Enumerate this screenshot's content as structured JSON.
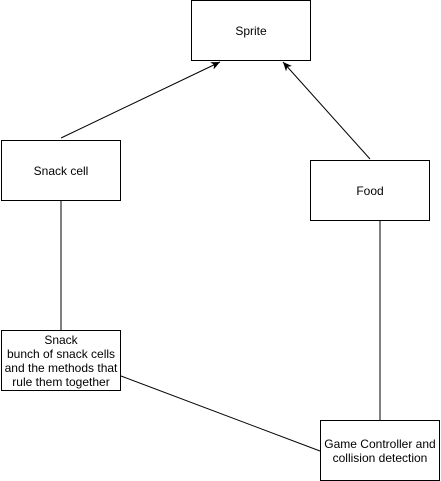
{
  "diagram": {
    "nodes": [
      {
        "id": "sprite",
        "lines": [
          "Sprite"
        ]
      },
      {
        "id": "snack-cell",
        "lines": [
          "Snack cell"
        ]
      },
      {
        "id": "food",
        "lines": [
          "Food"
        ]
      },
      {
        "id": "snack",
        "lines": [
          "Snack",
          "bunch of snack cells",
          "and the methods that",
          "rule them together"
        ]
      },
      {
        "id": "game-controller",
        "lines": [
          "Game Controller and",
          "collision detection"
        ]
      }
    ],
    "edges": [
      {
        "from": "snack-cell",
        "to": "sprite",
        "arrow": true
      },
      {
        "from": "food",
        "to": "sprite",
        "arrow": true
      },
      {
        "from": "snack-cell",
        "to": "snack",
        "arrow": false
      },
      {
        "from": "food",
        "to": "game-controller",
        "arrow": false
      },
      {
        "from": "snack",
        "to": "game-controller",
        "arrow": false
      }
    ],
    "colors": {
      "stroke": "#000000",
      "fill": "#ffffff",
      "text": "#000000"
    }
  }
}
